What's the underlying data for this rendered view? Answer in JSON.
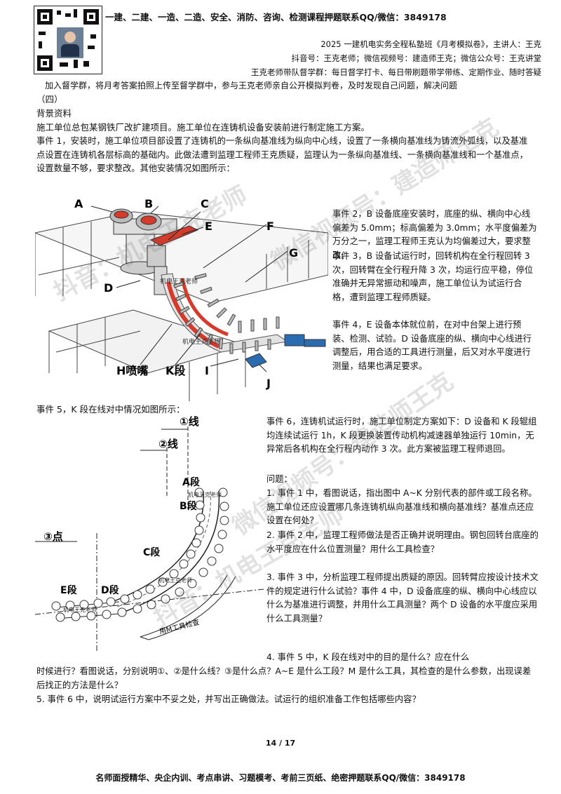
{
  "header": {
    "promo": "一建、二建、一造、二造、安全、消防、咨询、检测课程押题联系QQ/微信：3849178",
    "title_line": "2025 一建机电实务全程私塾班《月考模拟卷》，主讲人：王克",
    "social_line": "抖音号：王克老师；微信视频号：建造师王克；微信公众号：王克讲堂",
    "group_line1": "王克老师带队督学群：每日督学打卡、每日带刷题带学带练、定期作业、随时答疑",
    "group_line2": "加入督学群，将月考答案拍照上传至督学群中，参与王克老师亲自公开模拟判卷，及时发现自己问题，解决问题"
  },
  "body": {
    "section_no": "（四）",
    "background_title": "背景资料",
    "intro": "施工单位总包某钢铁厂改扩建项目。施工单位在连铸机设备安装前进行制定施工方案。",
    "event1": "事件 1，安装时，施工单位项目部设置了连铸机的一条纵向基准线为纵向中心线，设置了一条横向基准线为铸流外弧线，以及基准点设置在连铸机各层标高的基础内。此做法遭到监理工程师王克质疑，监理认为一条纵向基准线、一条横向基准线和一个基准点，设置数量不够，要求整改。其他安装情况如图所示：",
    "event2": "事件 2，B 设备底座安装时，底座的纵、横向中心线偏差为 5.0mm；标高偏差为 3.0mm；水平度偏差为万分之一，监理工程师王克认为均偏差过大，要求整改。",
    "event3": "事件 3，B 设备试运行时，回转机构在全行程回转 3 次，回转臂在全行程升降 3 次，均运行应平稳，停位准确并无异常振动和噪声，施工单位认为试运行合格，遭到监理工程师质疑。",
    "event4": "事件 4，E 设备本体就位前，在对中台架上进行预装、检测、试验。D 设备底座的纵、横向中心线进行调整后，用合适的工具进行测量，后又对水平度进行测量，结果也满足要求。",
    "event5": "事件 5，K 段在线对中情况如图所示：",
    "event6": "事件 6，连铸机试运行时，施工单位制定方案如下：D 设备和 K 段辊组均连续试运行 1h，K 段更换装置传动机构减速器单独运行 10min，无异常后各机构在全行程内动作 3 次。此方案被监理工程师退回。",
    "questions_title": "问题：",
    "q1": "1. 事件 1 中，看图说话，指出图中 A~K 分别代表的部件或工段名称。施工单位还应设置哪几条连铸机纵向基准线和横向基准线？基准点还应设置在何处？",
    "q2": "2. 事件 2 中，监理工程师做法是否正确并说明理由。钢包回转台底座的水平度应在什么位置测量？用什么工具检查？",
    "q3": "3. 事件 3 中，分析监理工程师提出质疑的原因。回转臂应按设计技术文件的规定进行什么试验？事件 4 中，D 设备底座的纵、横向中心线应以什么为基准进行调整，并用什么工具测量？两个 D 设备的水平度应采用什么工具测量？",
    "q4a": "4. 事件 5 中，K 段在线对中的目的是什么？应在什么",
    "q4b": "时候进行？看图说话，分别说明①、②是什么线？③是什么点？A~E 是什么工段？M 是什么工具，其检查的是什么参数，出现误差后找正的方法是什么？",
    "q5": "5. 事件 6 中，说明试运行方案中不妥之处，并写出正确做法。试运行的组织准备工作包括哪些内容？"
  },
  "figure1": {
    "labels": {
      "A": "A",
      "B": "B",
      "C": "C",
      "D": "D",
      "E": "E",
      "F": "F",
      "G": "G",
      "I": "I",
      "J": "J"
    },
    "h_label": "H喷嘴",
    "k_label": "K段",
    "stamp1": "机电王克老师",
    "stamp2": "机电王克老师"
  },
  "figure2": {
    "line1": "①线",
    "line2": "②线",
    "point3": "③点",
    "seg_a": "A段",
    "seg_b": "B段",
    "seg_c": "C段",
    "seg_d": "D段",
    "seg_e": "E段",
    "tool_note": "用M工具检查",
    "stamp1": "机电王克老师",
    "stamp2": "机电王克老师",
    "stamp3": "机电王克老师"
  },
  "watermark": {
    "w1": "抖音：机电王克老师",
    "w2": "微信视频号：建造师王克",
    "w3": "抖音：机电王克老师",
    "w4": "微信视频号：建造师王克"
  },
  "page": {
    "number": "14 / 17"
  },
  "footer": {
    "text": "名师面授精华、央企内训、考点串讲、习题模考、考前三页纸、绝密押题联系QQ/微信：3849178"
  },
  "colors": {
    "accent": "#d63a2a",
    "text": "#111111",
    "stamp": "#e59aa2"
  }
}
